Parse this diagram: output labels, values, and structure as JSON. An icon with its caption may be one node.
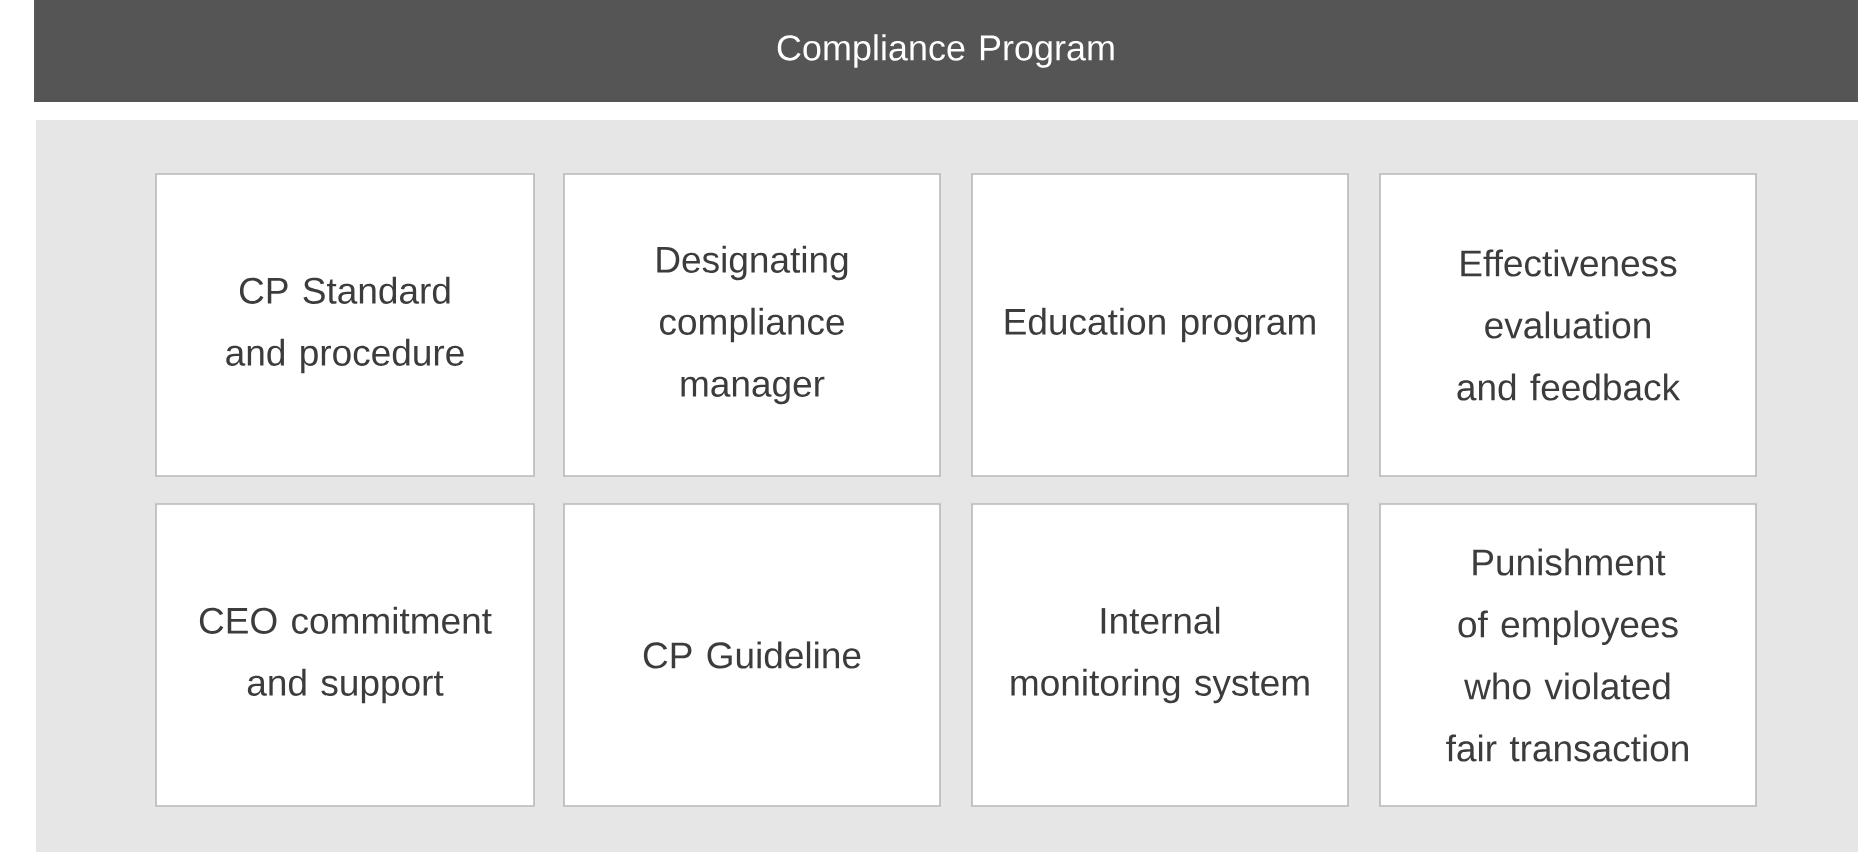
{
  "diagram": {
    "nodes": [
      {
        "text": [
          "Compliance Program"
        ]
      },
      {
        "text": [],
        "shape": "box"
      },
      {
        "text": [
          "CP Standard and procedure"
        ],
        "in": 1
      },
      {
        "text": [
          "Designating compliance manager"
        ],
        "in": 1
      },
      {
        "text": [
          "Education program"
        ],
        "in": 1
      },
      {
        "text": [
          "Effectiveness evaluation and feedback"
        ],
        "in": 1
      },
      {
        "text": [
          "CEO commitment and support"
        ],
        "in": 1
      },
      {
        "text": [
          "CP Guideline"
        ],
        "in": 1
      },
      {
        "text": [
          "Internal monitoring system"
        ],
        "in": 1
      },
      {
        "text": [
          "Punishment of employees who violated fair transaction"
        ],
        "in": 1
      }
    ]
  }
}
